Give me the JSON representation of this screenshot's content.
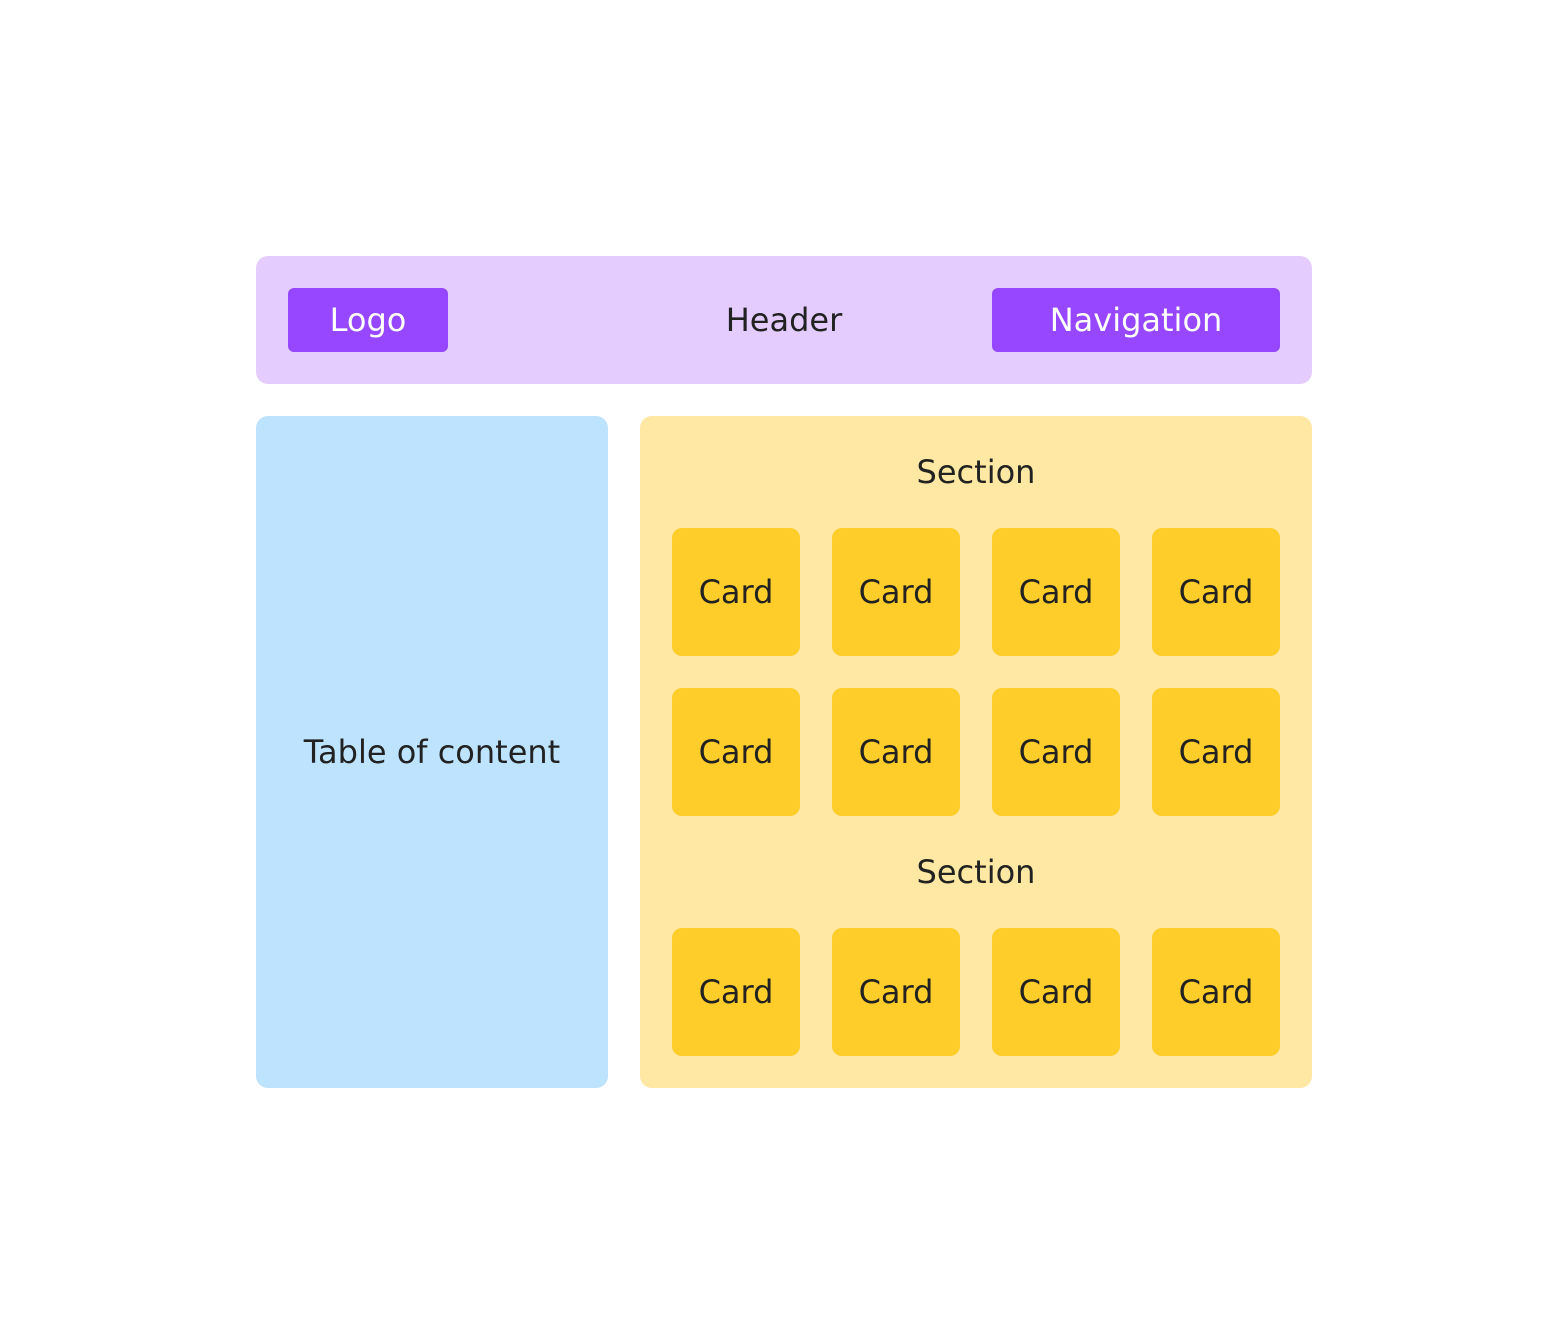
{
  "header": {
    "title": "Header",
    "logo_label": "Logo",
    "navigation_label": "Navigation"
  },
  "sidebar": {
    "label": "Table of content"
  },
  "main": {
    "sections": [
      {
        "title": "Section",
        "cards": [
          "Card",
          "Card",
          "Card",
          "Card",
          "Card",
          "Card",
          "Card",
          "Card"
        ]
      },
      {
        "title": "Section",
        "cards": [
          "Card",
          "Card",
          "Card",
          "Card"
        ]
      }
    ]
  },
  "colors": {
    "header_bg": "#e4ccff",
    "accent_purple": "#9747ff",
    "sidebar_bg": "#bde3ff",
    "main_bg": "#ffe8a3",
    "card_bg": "#ffcd29",
    "text": "#222222"
  }
}
